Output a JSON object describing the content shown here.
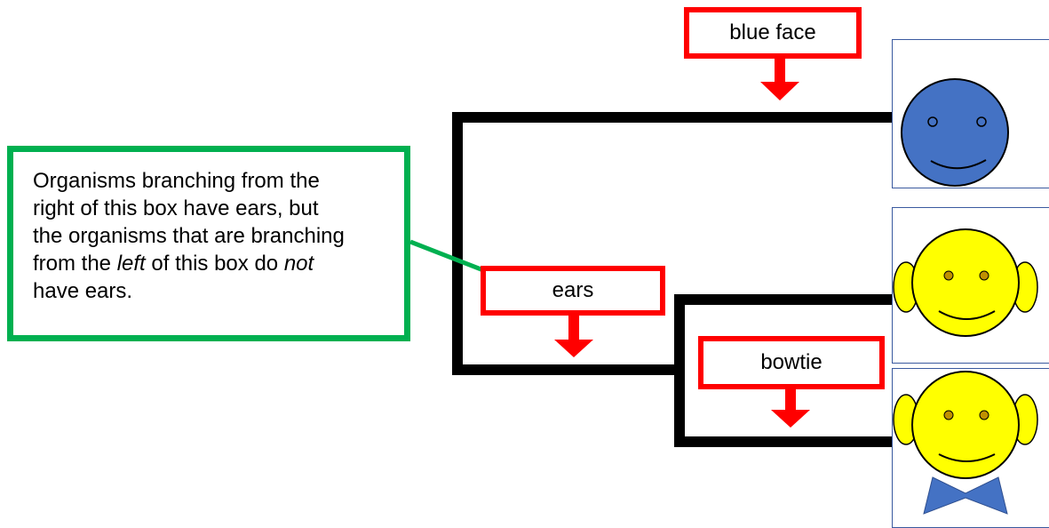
{
  "traits": {
    "blue_face": "blue face",
    "ears": "ears",
    "bowtie": "bowtie"
  },
  "note": {
    "line1": "Organisms branching from the",
    "line2": "right of this box have ears, but",
    "line3": "the organisms that are branching",
    "line4_pre": "from the ",
    "line4_em1": "left",
    "line4_mid": " of this box do ",
    "line4_em2": "not",
    "line5": "have ears."
  },
  "colors": {
    "trait_border": "#ff0000",
    "arrow": "#ff0000",
    "note_border": "#00b050",
    "pointer_arrow": "#00b050",
    "tree_line": "#000000",
    "blue_face": "#4472c4",
    "yellow_face": "#ffff00",
    "bowtie": "#4472c4",
    "frame_border": "#3a5a9f"
  },
  "organisms": [
    {
      "face": "blue",
      "ears": false,
      "bowtie": false
    },
    {
      "face": "yellow",
      "ears": true,
      "bowtie": false
    },
    {
      "face": "yellow",
      "ears": true,
      "bowtie": true
    }
  ]
}
